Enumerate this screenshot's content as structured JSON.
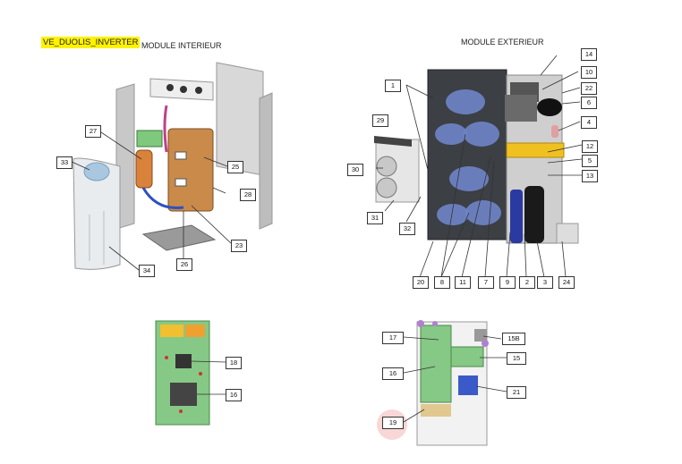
{
  "document": {
    "model_tag": "VE_DUOLIS_INVERTER",
    "indoor_title": "MODULE INTERIEUR",
    "outdoor_title": "MODULE EXTERIEUR"
  },
  "indoor_labels": [
    "27",
    "33",
    "25",
    "28",
    "23",
    "26",
    "34"
  ],
  "outdoor_labels": [
    "14",
    "10",
    "22",
    "6",
    "4",
    "12",
    "5",
    "13",
    "1",
    "29",
    "30",
    "31",
    "32",
    "20",
    "8",
    "11",
    "7",
    "9",
    "2",
    "3",
    "24"
  ],
  "indoor_board_labels": [
    "18",
    "16"
  ],
  "outdoor_board_labels": [
    "17",
    "15B",
    "15",
    "16",
    "21",
    "19"
  ],
  "colors": {
    "highlight": "#fff200",
    "board_green": "#7fc97f",
    "fan_blue": "#6f84c9",
    "heater_orange": "#d9823c"
  }
}
